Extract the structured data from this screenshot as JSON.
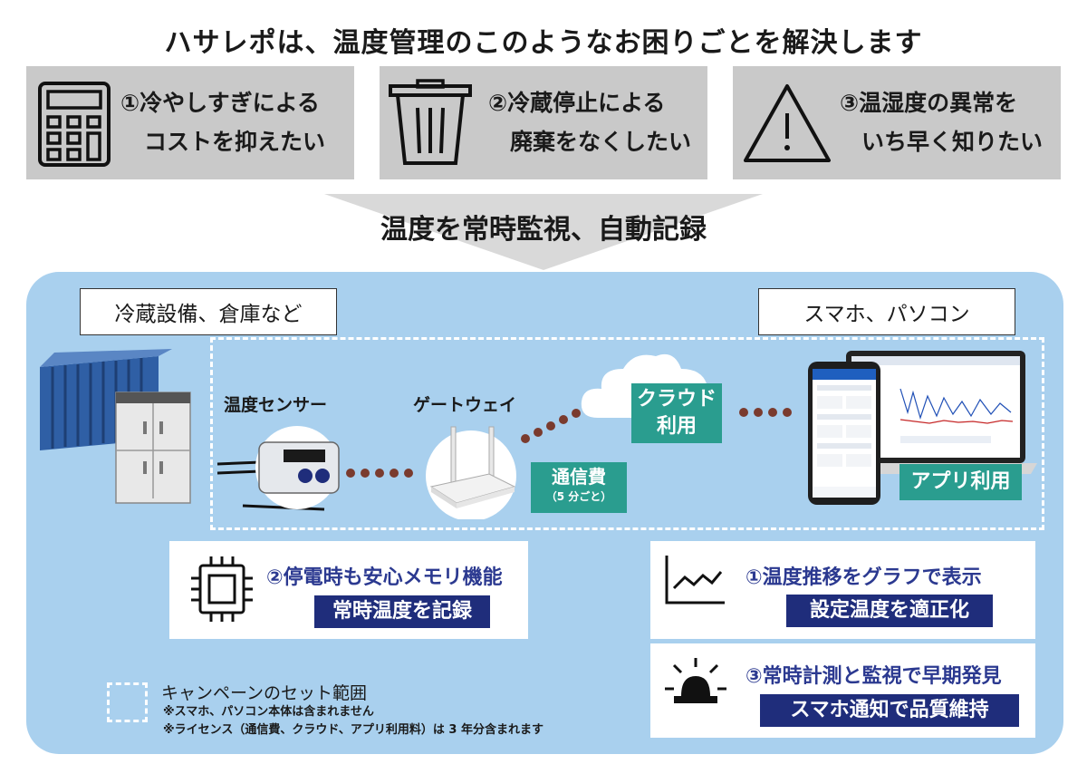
{
  "title": "ハサレポは、温度管理のこのようなお困りごとを解決します",
  "problems": [
    {
      "line1": "①冷やしすぎによる",
      "line2": "コストを抑えたい",
      "icon": "calculator-icon"
    },
    {
      "line1": "②冷蔵停止による",
      "line2": "廃棄をなくしたい",
      "icon": "trash-can-icon"
    },
    {
      "line1": "③温湿度の異常を",
      "line2": "いち早く知りたい",
      "icon": "warning-icon"
    }
  ],
  "solution": "温度を常時監視、自動記録",
  "labels": {
    "left": "冷蔵設備、倉庫など",
    "right": "スマホ、パソコン"
  },
  "devices": {
    "sensor": "温度センサー",
    "gateway": "ゲートウェイ"
  },
  "badges": {
    "cloud_line1": "クラウド",
    "cloud_line2": "利用",
    "comm": "通信費",
    "comm_sub": "（5 分ごと）",
    "app": "アプリ利用"
  },
  "features": {
    "memory_title": "②停電時も安心メモリ機能",
    "memory_sub": "常時温度を記録",
    "graph_title": "①温度推移をグラフで表示",
    "graph_sub": "設定温度を適正化",
    "alert_title": "③常時計測と監視で早期発見",
    "alert_sub": "スマホ通知で品質維持"
  },
  "legend": {
    "title": "キャンペーンのセット範囲",
    "note1": "※スマホ、パソコン本体は含まれません",
    "note2": "※ライセンス（通信費、クラウド、アプリ利用料）は 3 年分含まれます"
  },
  "colors": {
    "teal": "#2a9d8f",
    "navy": "#1f2d7b",
    "panel": "#a9d0ee",
    "problem_bg": "#c9c9c9",
    "feature_text": "#2b3990"
  }
}
